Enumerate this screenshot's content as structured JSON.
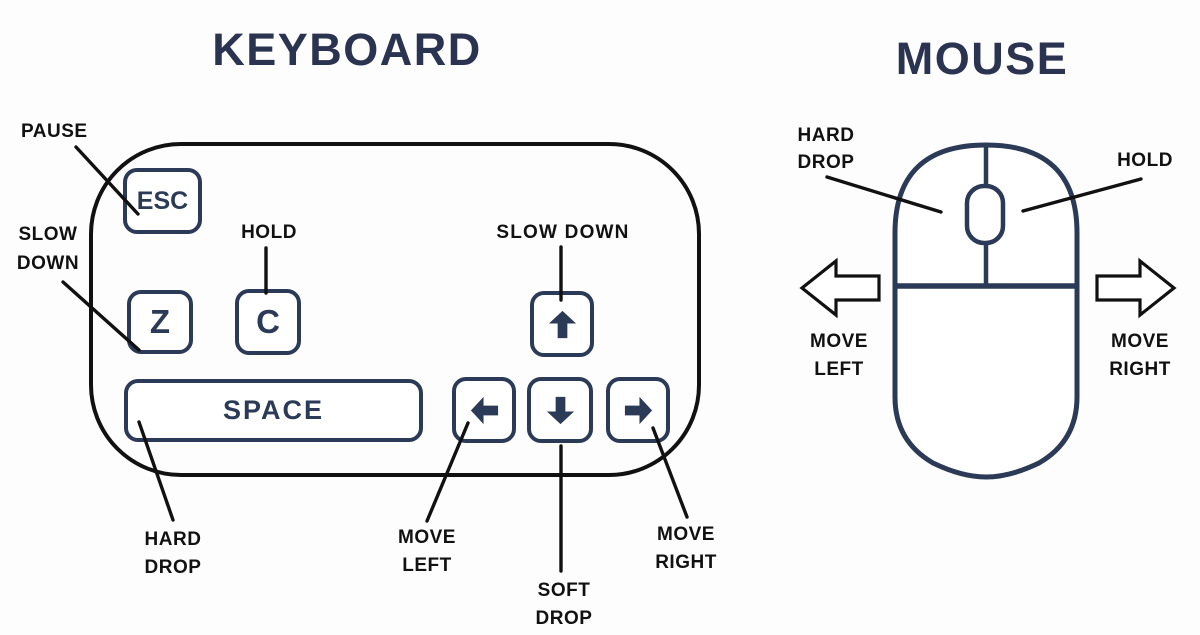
{
  "colors": {
    "ink": "#111111",
    "navy": "#2b3a56",
    "title": "#2a3350",
    "bg": "#fdfdfd"
  },
  "keyboard": {
    "title": "KEYBOARD",
    "keys": {
      "esc": "ESC",
      "z": "Z",
      "c": "C",
      "space": "SPACE"
    },
    "key_icons": {
      "up": "arrow-up",
      "left": "arrow-left",
      "down": "arrow-down",
      "right": "arrow-right"
    },
    "labels": {
      "pause": "PAUSE",
      "slow_down_left": {
        "line1": "SLOW",
        "line2": "DOWN"
      },
      "hold": "HOLD",
      "slow_down_top": "SLOW DOWN",
      "hard_drop": {
        "line1": "HARD",
        "line2": "DROP"
      },
      "move_left": {
        "line1": "MOVE",
        "line2": "LEFT"
      },
      "soft_drop": {
        "line1": "SOFT",
        "line2": "DROP"
      },
      "move_right": {
        "line1": "MOVE",
        "line2": "RIGHT"
      }
    }
  },
  "mouse": {
    "title": "MOUSE",
    "icons": {
      "wheel": "scroll-wheel",
      "left_arrow": "block-arrow-left",
      "right_arrow": "block-arrow-right"
    },
    "labels": {
      "hard_drop": {
        "line1": "HARD",
        "line2": "DROP"
      },
      "hold": "HOLD",
      "move_left": {
        "line1": "MOVE",
        "line2": "LEFT"
      },
      "move_right": {
        "line1": "MOVE",
        "line2": "RIGHT"
      }
    }
  }
}
